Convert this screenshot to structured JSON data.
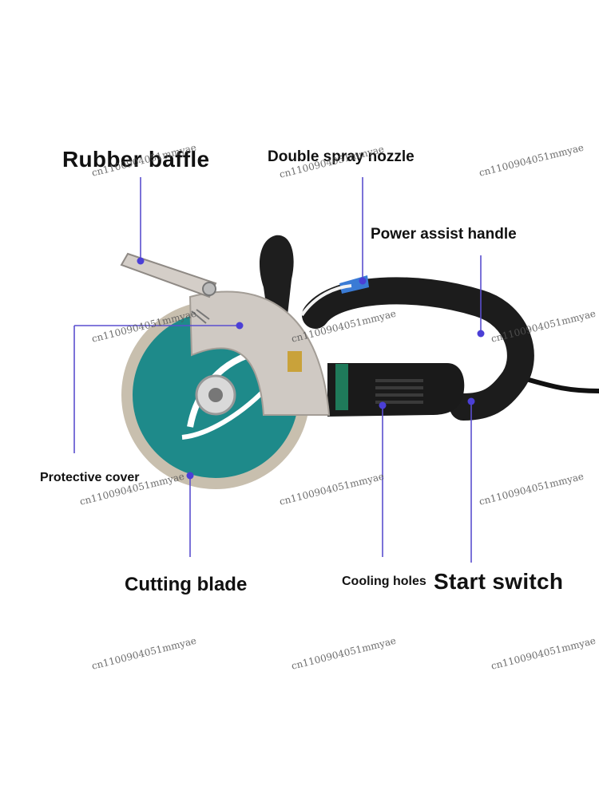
{
  "labels": {
    "rubber_baffle": "Rubber baffle",
    "double_spray_nozzle": "Double spray nozzle",
    "power_assist_handle": "Power assist handle",
    "protective_cover": "Protective cover",
    "cutting_blade": "Cutting blade",
    "cooling_holes": "Cooling holes",
    "start_switch": "Start switch"
  },
  "watermark": "cn1100904051mmyae",
  "colors": {
    "leader_line": "#5a4fcf",
    "leader_dot": "#4b3fd6",
    "blade": "#1e8a8a",
    "blade_segments": "#c8bfae",
    "guard": "#cfc9c3",
    "body": "#1c1c1c",
    "collar": "#1f7a5a",
    "nozzle": "#3a7bd5"
  },
  "icons": [
    "leader-dot",
    "saw-product-image"
  ]
}
